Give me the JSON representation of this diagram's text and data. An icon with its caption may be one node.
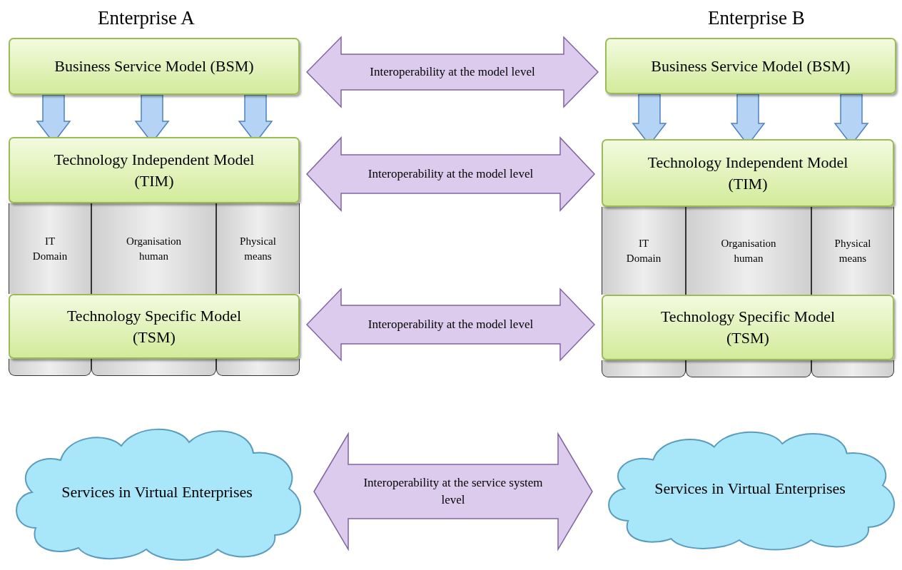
{
  "diagram": {
    "nodes": [
      {
        "text": [
          "Business Service Model (BSM)"
        ]
      },
      {
        "text": [
          "Technology Independent Model (TIM)"
        ]
      },
      {
        "text": [
          "Technology Specific Model (TSM)"
        ]
      },
      {
        "text": [
          "IT Domain"
        ]
      },
      {
        "text": [
          "Organisation human"
        ]
      },
      {
        "text": [
          "Physical means"
        ]
      },
      {
        "text": [
          "Services in Virtual Enterprises"
        ]
      },
      {
        "text": [
          "Business Service Model (BSM)"
        ]
      },
      {
        "text": [
          "Technology Independent Model (TIM)"
        ]
      },
      {
        "text": [
          "Technology Specific Model (TSM)"
        ]
      },
      {
        "text": [
          "IT Domain"
        ]
      },
      {
        "text": [
          "Organisation human"
        ]
      },
      {
        "text": [
          "Physical means"
        ]
      },
      {
        "text": [
          "Services in Virtual Enterprises"
        ]
      },
      {
        "text": [],
        "shape": "box"
      },
      {
        "text": [],
        "shape": "box"
      },
      {
        "text": [],
        "shape": "box"
      },
      {
        "text": [],
        "shape": "box"
      },
      {
        "text": [],
        "shape": "box"
      },
      {
        "text": [],
        "shape": "box"
      }
    ],
    "edges": [
      {
        "from": 0,
        "to": 1,
        "arrow": "to"
      },
      {
        "from": 0,
        "to": 1,
        "arrow": "to"
      },
      {
        "from": 0,
        "to": 1,
        "arrow": "to"
      },
      {
        "from": 7,
        "to": 8,
        "arrow": "to"
      },
      {
        "from": 7,
        "to": 8,
        "arrow": "to"
      },
      {
        "from": 7,
        "to": 8,
        "arrow": "to"
      },
      {
        "from": 0,
        "to": 7,
        "arrow": "both",
        "label": "Interoperability at the model level",
        "color": "#dccbed"
      },
      {
        "from": 1,
        "to": 8,
        "arrow": "both",
        "label": "Interoperability at the model level",
        "color": "#dccbed"
      },
      {
        "from": 2,
        "to": 9,
        "arrow": "both",
        "label": "Interoperability at the model level",
        "color": "#dccbed"
      },
      {
        "from": 6,
        "to": 13,
        "arrow": "both",
        "label": "Interoperability at the service system level",
        "color": "#dccbed"
      }
    ],
    "labels": [
      "Enterprise A",
      "Enterprise B"
    ]
  }
}
